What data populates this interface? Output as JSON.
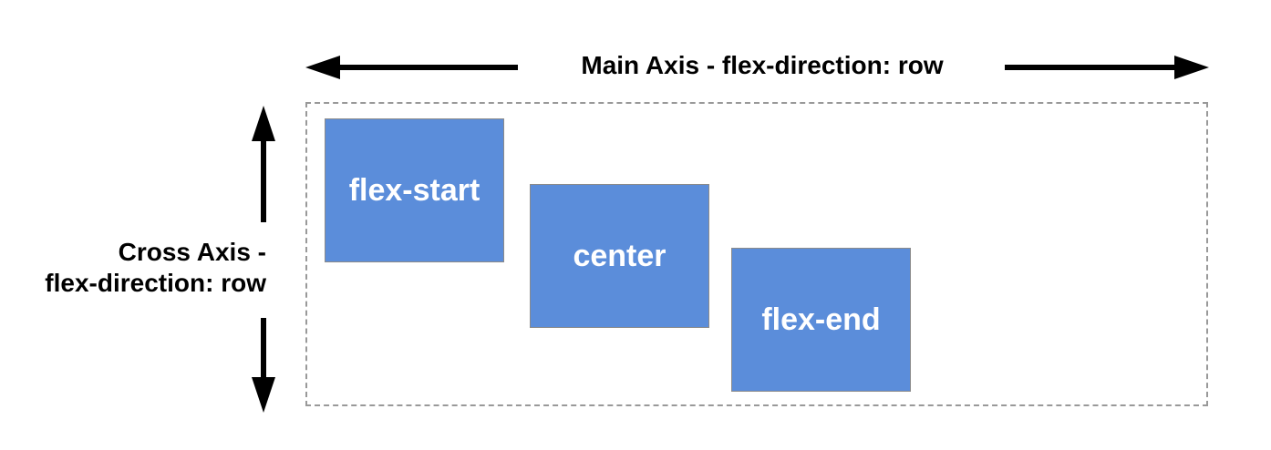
{
  "main_axis": {
    "label": "Main Axis - flex-direction: row"
  },
  "cross_axis": {
    "label_line1": "Cross Axis -",
    "label_line2": "flex-direction: row"
  },
  "items": [
    {
      "label": "flex-start"
    },
    {
      "label": "center"
    },
    {
      "label": "flex-end"
    }
  ],
  "colors": {
    "item_fill": "#5b8dda",
    "item_border": "#8a8a8a",
    "container_border": "#999999",
    "arrow": "#000000",
    "text": "#000000",
    "item_text": "#ffffff"
  },
  "icons": {
    "main_axis_left": "arrow-left-icon",
    "main_axis_right": "arrow-right-icon",
    "cross_axis_up": "arrow-up-icon",
    "cross_axis_down": "arrow-down-icon"
  }
}
